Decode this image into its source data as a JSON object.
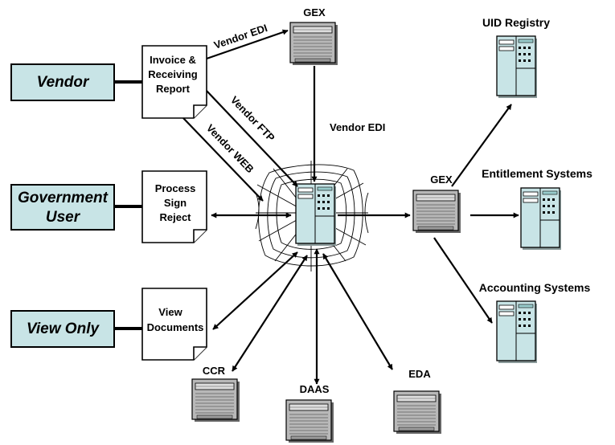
{
  "roles": {
    "vendor": "Vendor",
    "government_user": [
      "Government",
      "User"
    ],
    "view_only": "View Only"
  },
  "documents": {
    "invoice": [
      "Invoice &",
      "Receiving",
      "Report"
    ],
    "process": [
      "Process",
      "Sign",
      "Reject"
    ],
    "view": [
      "View",
      "Documents"
    ]
  },
  "flow_labels": {
    "vendor_edi_top": "Vendor EDI",
    "vendor_ftp": "Vendor FTP",
    "vendor_web": "Vendor WEB",
    "vendor_edi_mid": "Vendor EDI"
  },
  "systems": {
    "gex_top": "GEX",
    "gex_right": "GEX",
    "uid_registry": "UID Registry",
    "entitlement": "Entitlement Systems",
    "accounting": "Accounting Systems",
    "ccr": "CCR",
    "daas": "DAAS",
    "eda": "EDA"
  },
  "colors": {
    "role_fill": "#c8e4e6",
    "server_fill": "#c8e4e6",
    "gex_fill": "#b8b8b8",
    "outline": "#000000"
  }
}
